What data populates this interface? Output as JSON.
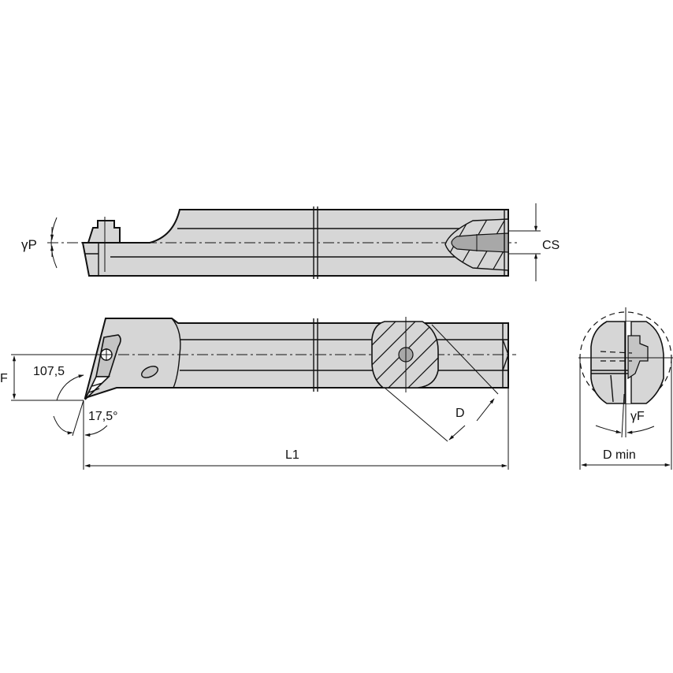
{
  "drawing": {
    "title": "Boring bar technical drawing",
    "colors": {
      "body": "#d6d6d6",
      "line": "#111111",
      "insert_pocket": "#c4c4c4",
      "background": "#ffffff"
    },
    "top_view": {
      "labels": {
        "rake_angle_p": "γP",
        "coolant_size": "CS"
      }
    },
    "side_view": {
      "labels": {
        "offset": "F",
        "lead_angle": "107,5",
        "end_clearance_angle": "17,5°",
        "shank_diameter": "D",
        "overall_length": "L1"
      }
    },
    "end_view": {
      "labels": {
        "rake_angle_f": "γF",
        "min_bore_diameter": "D min"
      }
    }
  }
}
